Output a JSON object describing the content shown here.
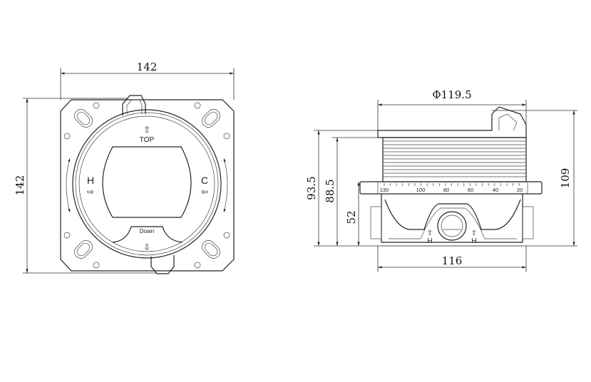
{
  "front_view": {
    "width_dim": "142",
    "height_dim": "142",
    "label_top": "TOP",
    "label_down": "Down",
    "label_hot": "H",
    "label_cold": "C"
  },
  "side_view": {
    "diameter_dim": "Φ119.5",
    "width_dim": "116",
    "height_dims": [
      "93.5",
      "88.5",
      "52",
      "109"
    ],
    "scale_labels": [
      "130",
      "100",
      "80",
      "60",
      "40",
      "20"
    ],
    "port_labels": [
      "H",
      "H"
    ]
  },
  "colors": {
    "line": "#222222",
    "background": "#ffffff"
  }
}
